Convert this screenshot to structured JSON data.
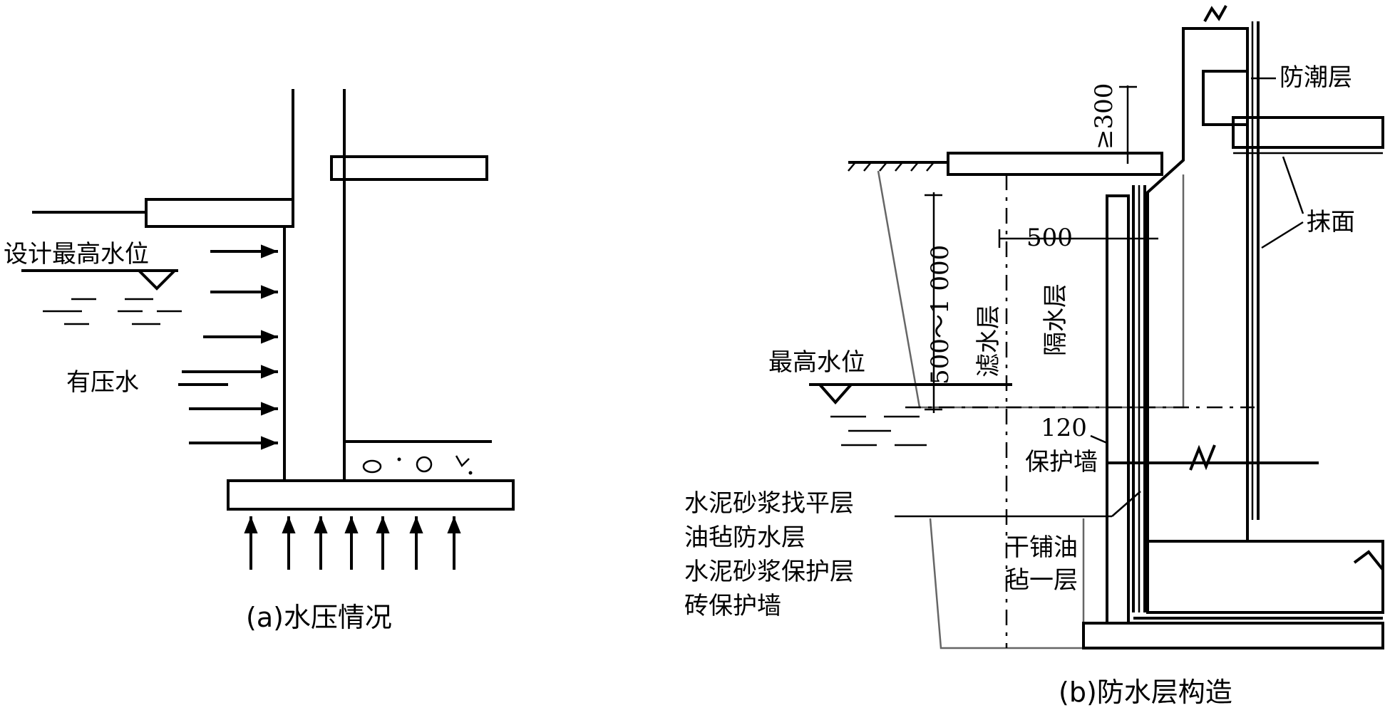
{
  "panel_a": {
    "label_design_water_level": "设计最高水位",
    "label_pressure_water": "有压水",
    "caption": "(a)水压情况"
  },
  "panel_b": {
    "label_moisture_layer": "防潮层",
    "label_plaster": "抹面",
    "dim_300": "≥300",
    "dim_500": "500",
    "dim_500_1000": "500～1 000",
    "label_filter_layer": "滤水层",
    "label_isolation_layer": "隔水层",
    "label_max_water_level": "最高水位",
    "dim_120": "120",
    "label_protection_wall": "保护墙",
    "legend": [
      "水泥砂浆找平层",
      "油毡防水层",
      "水泥砂浆保护层",
      "砖保护墙"
    ],
    "label_dry_felt_1": "干铺油",
    "label_dry_felt_2": "毡一层",
    "caption": "(b)防水层构造"
  }
}
